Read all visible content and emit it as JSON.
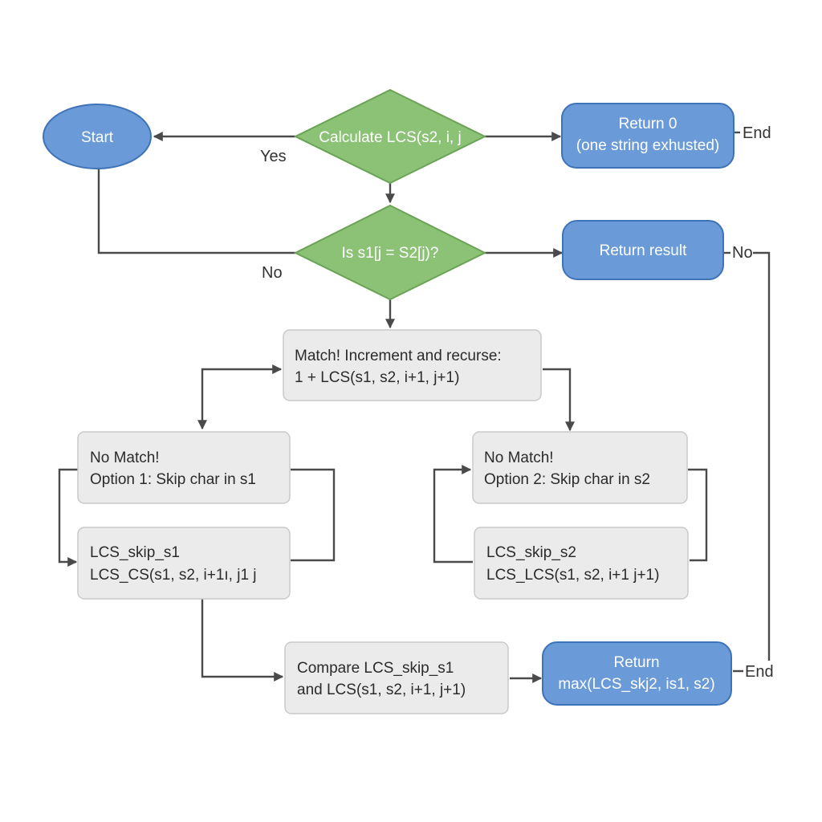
{
  "nodes": {
    "start": {
      "label": "Start"
    },
    "calculate": {
      "label": "Calculate LCS(s2, i, j"
    },
    "return_zero": {
      "line1": "Return 0",
      "line2": "(one string exhusted)"
    },
    "compare_chars": {
      "label": "Is s1[j = S2[j)?"
    },
    "return_result": {
      "label": "Return result"
    },
    "match": {
      "line1": "Match! Increment and recurse:",
      "line2": "1 + LCS(s1, s2, i+1, j+1)"
    },
    "no_match_1": {
      "line1": "No Match!",
      "line2": "Option 1: Skip char in s1"
    },
    "skip_s1": {
      "line1": "LCS_skip_s1",
      "line2": "LCS_CS(s1, s2, i+1ı, j1 j"
    },
    "no_match_2": {
      "line1": "No Match!",
      "line2": "Option 2: Skip char in s2"
    },
    "skip_s2": {
      "line1": "LCS_skip_s2",
      "line2": "LCS_LCS(s1, s2, i+1 j+1)"
    },
    "compare_lcs": {
      "line1": "Compare LCS_skip_s1",
      "line2": "and LCS(s1, s2, i+1, j+1)"
    },
    "return_max": {
      "line1": "Return",
      "line2": "max(LCS_skj2, is1, s2)"
    }
  },
  "edge_labels": {
    "yes": "Yes",
    "no_left": "No",
    "end_top": "End",
    "no_right": "No",
    "end_bottom": "End"
  },
  "colors": {
    "terminal_fill": "#6a9bd8",
    "decision_fill": "#8cc276",
    "process_fill": "#ebebeb",
    "connector": "#4a4a4a"
  }
}
